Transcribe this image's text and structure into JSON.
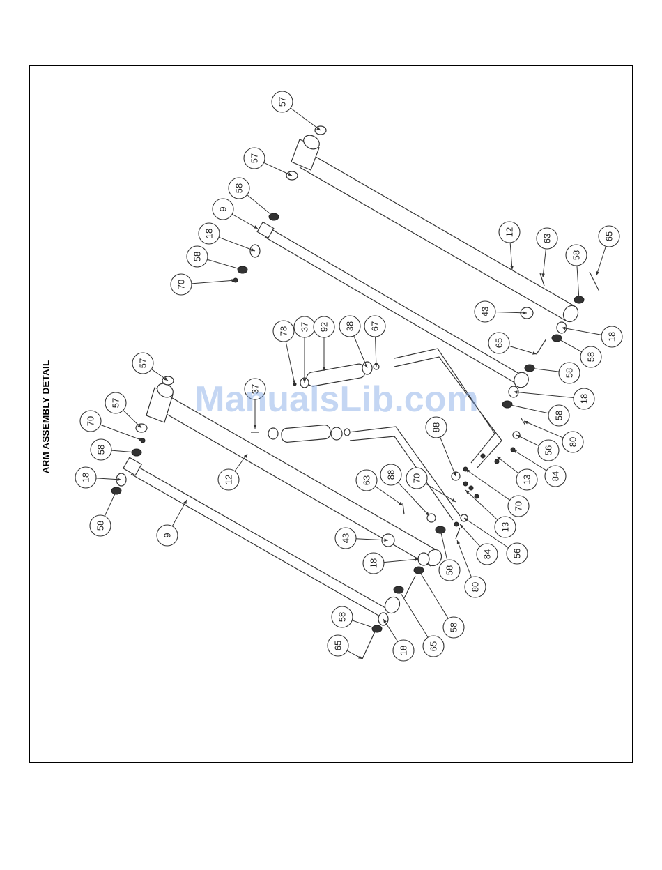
{
  "title": "ARM ASSEMBLY DETAIL",
  "watermark": "ManualsLib.com",
  "colors": {
    "line": "#333333",
    "watermark": "#7da6e6"
  },
  "callouts": [
    {
      "label": "57"
    },
    {
      "label": "57"
    },
    {
      "label": "58"
    },
    {
      "label": "9"
    },
    {
      "label": "18"
    },
    {
      "label": "58"
    },
    {
      "label": "70"
    },
    {
      "label": "12"
    },
    {
      "label": "63"
    },
    {
      "label": "65"
    },
    {
      "label": "58"
    },
    {
      "label": "43"
    },
    {
      "label": "18"
    },
    {
      "label": "65"
    },
    {
      "label": "58"
    },
    {
      "label": "58"
    },
    {
      "label": "18"
    },
    {
      "label": "58"
    },
    {
      "label": "80"
    },
    {
      "label": "56"
    },
    {
      "label": "84"
    },
    {
      "label": "13"
    },
    {
      "label": "70"
    },
    {
      "label": "78"
    },
    {
      "label": "37"
    },
    {
      "label": "92"
    },
    {
      "label": "38"
    },
    {
      "label": "67"
    },
    {
      "label": "37"
    },
    {
      "label": "57"
    },
    {
      "label": "57"
    },
    {
      "label": "70"
    },
    {
      "label": "58"
    },
    {
      "label": "18"
    },
    {
      "label": "58"
    },
    {
      "label": "12"
    },
    {
      "label": "9"
    },
    {
      "label": "88"
    },
    {
      "label": "63"
    },
    {
      "label": "88"
    },
    {
      "label": "70"
    },
    {
      "label": "13"
    },
    {
      "label": "43"
    },
    {
      "label": "18"
    },
    {
      "label": "58"
    },
    {
      "label": "84"
    },
    {
      "label": "56"
    },
    {
      "label": "80"
    },
    {
      "label": "58"
    },
    {
      "label": "58"
    },
    {
      "label": "65"
    },
    {
      "label": "18"
    },
    {
      "label": "65"
    }
  ]
}
